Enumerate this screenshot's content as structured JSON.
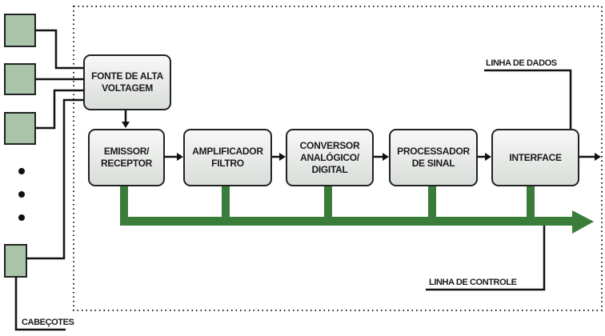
{
  "blocks": {
    "fonte": "FONTE DE ALTA VOLTAGEM",
    "emissor": "EMISSOR/ RECEPTOR",
    "amplificador": "AMPLIFICADOR FILTRO",
    "conversor": "CONVERSOR ANALÓGICO/ DIGITAL",
    "processador": "PROCESSADOR DE SINAL",
    "interface": "INTERFACE"
  },
  "labels": {
    "linha_dados": "LINHA DE DADOS",
    "linha_controle": "LINHA DE CONTROLE",
    "cabecotes": "CABEÇOTES"
  },
  "colors": {
    "bus": "#3a7d3a",
    "head": "#a9c4a9"
  }
}
